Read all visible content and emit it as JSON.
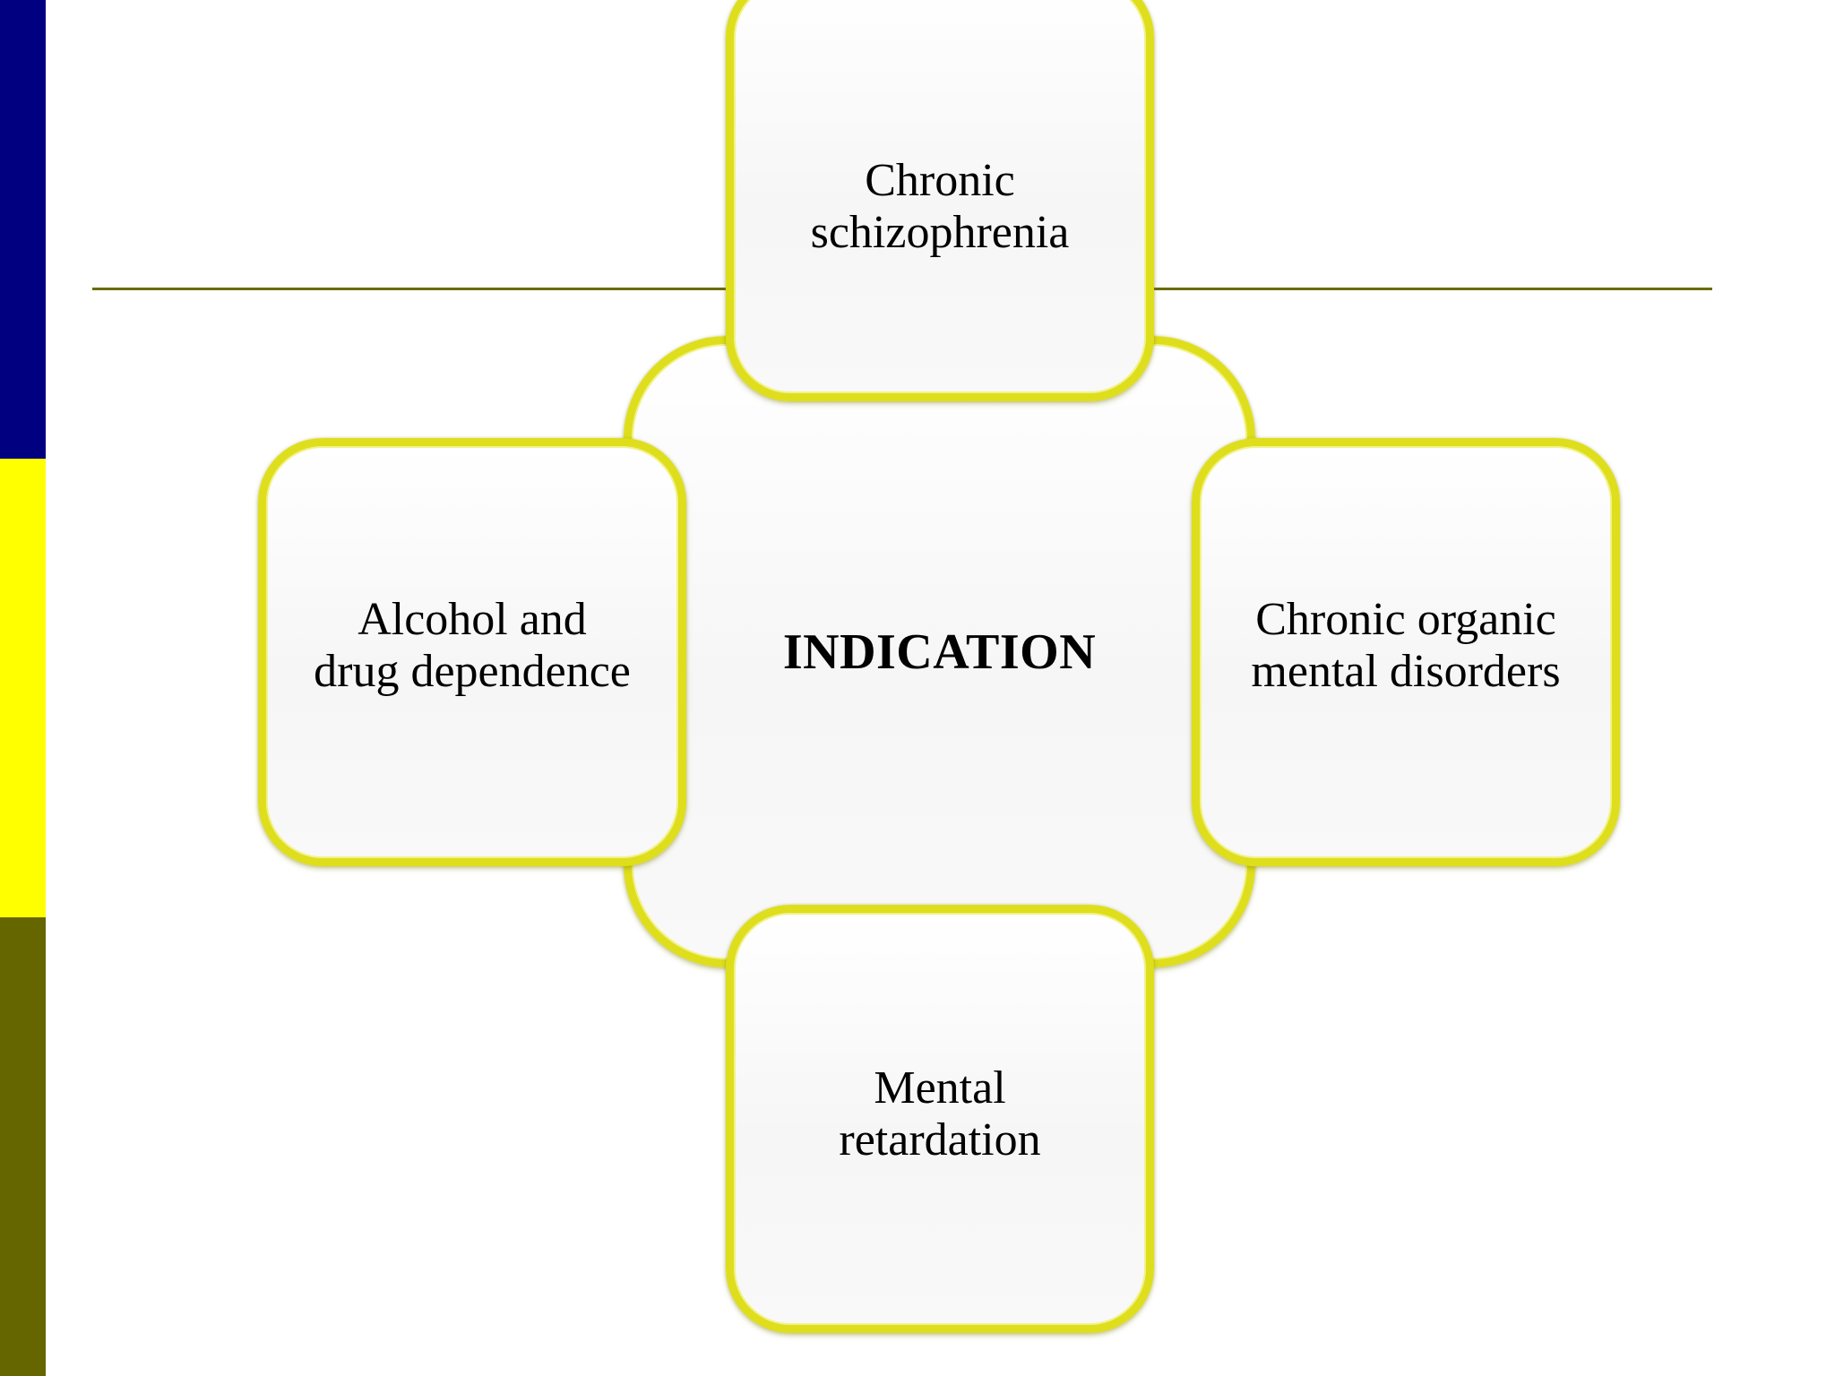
{
  "theme": {
    "bar_colors": [
      "#000080",
      "#FFFF00",
      "#666600"
    ],
    "box_border_color": "#dede1c",
    "rule_color": "#6b6b00"
  },
  "diagram": {
    "center": {
      "label": "INDICATION"
    },
    "top": {
      "lines": [
        "Chronic",
        "schizophrenia"
      ]
    },
    "left": {
      "lines": [
        "Alcohol and",
        "drug dependence"
      ]
    },
    "right": {
      "lines": [
        "Chronic organic",
        "mental disorders"
      ]
    },
    "bottom": {
      "lines": [
        "Mental",
        "retardation"
      ]
    }
  }
}
